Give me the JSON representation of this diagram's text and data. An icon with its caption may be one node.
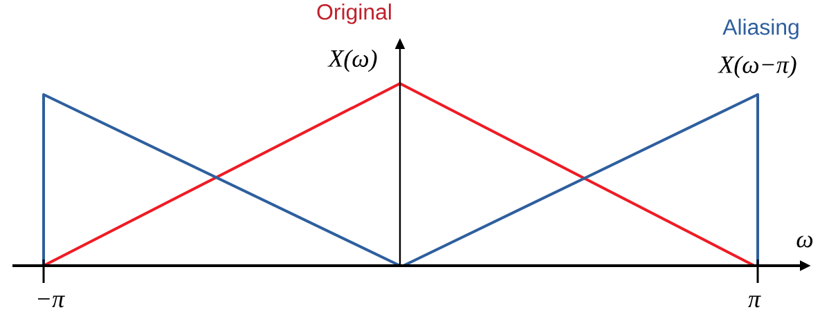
{
  "diagram": {
    "labels": [
      "Original",
      "Aliasing",
      "X(ω)",
      "X(ω−π)",
      "ω",
      "−π",
      "π"
    ]
  }
}
